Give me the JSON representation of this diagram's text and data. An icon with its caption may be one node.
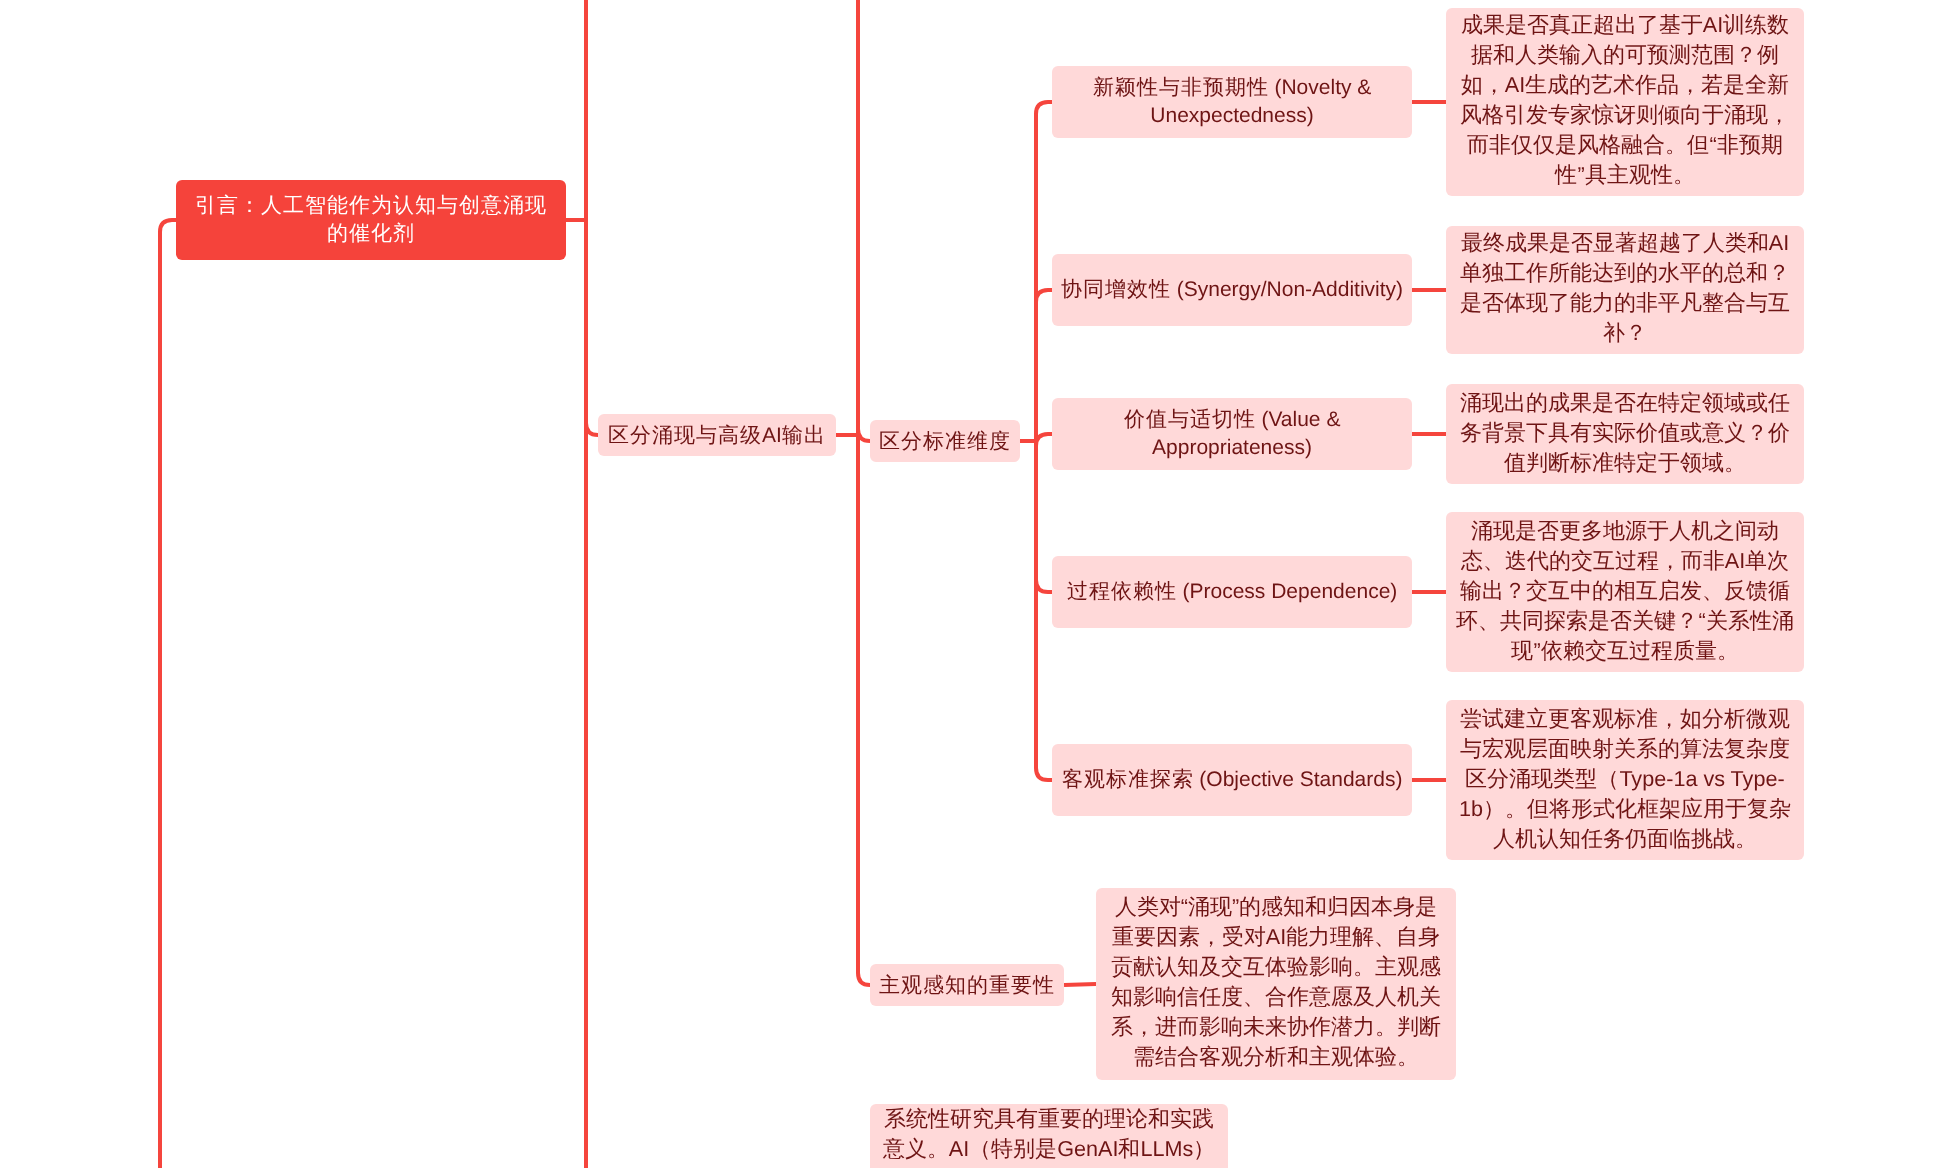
{
  "diagram": {
    "nodes": [
      {
        "text": [
          "引言：人工智能作为认知与创意涌现的催化剂"
        ]
      },
      {
        "text": [
          "区分涌现与高级AI输出"
        ]
      },
      {
        "text": [
          "区分标准维度"
        ]
      },
      {
        "text": [
          "新颖性与非预期性 (Novelty & Unexpectedness)"
        ]
      },
      {
        "text": [
          "成果是否真正超出了基于AI训练数据和人类输入的可预测范围？例如，AI生成的艺术作品，若是全新风格引发专家惊讶则倾向于涌现，而非仅仅是风格融合。但“非预期性”具主观性。"
        ]
      },
      {
        "text": [
          "协同增效性 (Synergy/Non-Additivity)"
        ]
      },
      {
        "text": [
          "最终成果是否显著超越了人类和AI单独工作所能达到的水平的总和？是否体现了能力的非平凡整合与互补？"
        ]
      },
      {
        "text": [
          "价值与适切性 (Value & Appropriateness)"
        ]
      },
      {
        "text": [
          "涌现出的成果是否在特定领域或任务背景下具有实际价值或意义？价值判断标准特定于领域。"
        ]
      },
      {
        "text": [
          "过程依赖性 (Process Dependence)"
        ]
      },
      {
        "text": [
          "涌现是否更多地源于人机之间动态、迭代的交互过程，而非AI单次输出？交互中的相互启发、反馈循环、共同探索是否关键？“关系性涌现”依赖交互过程质量。"
        ]
      },
      {
        "text": [
          "客观标准探索 (Objective Standards)"
        ]
      },
      {
        "text": [
          "尝试建立更客观标准，如分析微观与宏观层面映射关系的算法复杂度区分涌现类型（Type-1a vs Type-1b）。但将形式化框架应用于复杂人机认知任务仍面临挑战。"
        ]
      },
      {
        "text": [
          "主观感知的重要性"
        ]
      },
      {
        "text": [
          "人类对“涌现”的感知和归因本身是重要因素，受对AI能力理解、自身贡献认知及交互体验影响。主观感知影响信任度、合作意愿及人机关系，进而影响未来协作潜力。判断需结合客观分析和主观体验。"
        ]
      },
      {
        "text": [
          "系统性研究具有重要的理论和实践意义。AI（特别是GenAI和LLMs）"
        ]
      }
    ],
    "edges": [
      {
        "from": null,
        "to": 0,
        "arrow": "none"
      },
      {
        "from": 0,
        "to": null,
        "arrow": "none"
      },
      {
        "from": 0,
        "to": 1,
        "arrow": "none"
      },
      {
        "from": 0,
        "to": null,
        "arrow": "none"
      },
      {
        "from": 1,
        "to": null,
        "arrow": "none"
      },
      {
        "from": 1,
        "to": 2,
        "arrow": "none"
      },
      {
        "from": 2,
        "to": 3,
        "arrow": "none"
      },
      {
        "from": 3,
        "to": 4,
        "arrow": "none"
      },
      {
        "from": 2,
        "to": 5,
        "arrow": "none"
      },
      {
        "from": 5,
        "to": 6,
        "arrow": "none"
      },
      {
        "from": 2,
        "to": 7,
        "arrow": "none"
      },
      {
        "from": 7,
        "to": 8,
        "arrow": "none"
      },
      {
        "from": 2,
        "to": 9,
        "arrow": "none"
      },
      {
        "from": 9,
        "to": 10,
        "arrow": "none"
      },
      {
        "from": 2,
        "to": 11,
        "arrow": "none"
      },
      {
        "from": 11,
        "to": 12,
        "arrow": "none"
      },
      {
        "from": 1,
        "to": 13,
        "arrow": "none"
      },
      {
        "from": 13,
        "to": 14,
        "arrow": "none"
      }
    ]
  }
}
